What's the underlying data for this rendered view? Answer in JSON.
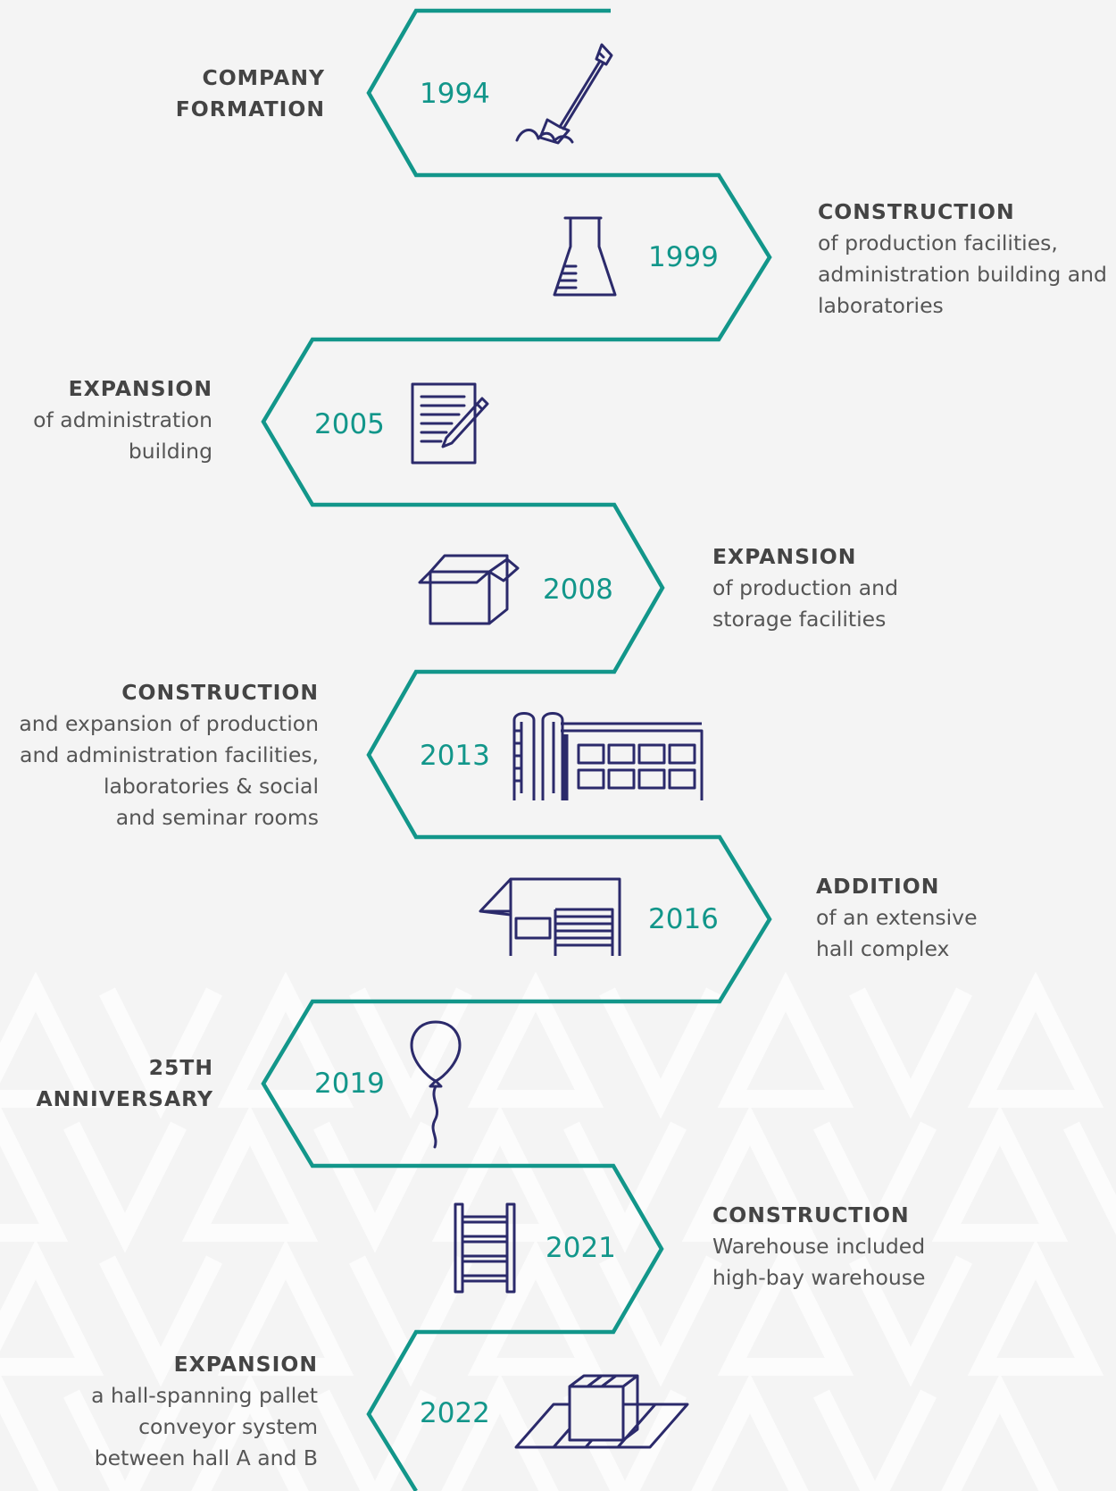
{
  "colors": {
    "background": "#f4f4f4",
    "accent": "#12968a",
    "icon": "#2b2a6b",
    "heading": "#444444",
    "text": "#555555"
  },
  "milestones": [
    {
      "year": "1994",
      "heading": "COMPANY\nFORMATION",
      "text": "",
      "icon": "shovel-icon"
    },
    {
      "year": "1999",
      "heading": "CONSTRUCTION",
      "text": "of production facilities,\nadministration building and\nlaboratories",
      "icon": "flask-icon"
    },
    {
      "year": "2005",
      "heading": "EXPANSION",
      "text": "of administration\nbuilding",
      "icon": "document-pen-icon"
    },
    {
      "year": "2008",
      "heading": "EXPANSION",
      "text": "of production and\nstorage facilities",
      "icon": "open-box-icon"
    },
    {
      "year": "2013",
      "heading": "CONSTRUCTION",
      "text": "and expansion of production\nand administration facilities,\nlaboratories & social\nand seminar rooms",
      "icon": "factory-silo-icon"
    },
    {
      "year": "2016",
      "heading": "ADDITION",
      "text": "of an extensive\nhall complex",
      "icon": "hall-garage-icon"
    },
    {
      "year": "2019",
      "heading": "25TH\nANNIVERSARY",
      "text": "",
      "icon": "balloon-icon"
    },
    {
      "year": "2021",
      "heading": "CONSTRUCTION",
      "text": "Warehouse included\nhigh-bay warehouse",
      "icon": "shelf-rack-icon"
    },
    {
      "year": "2022",
      "heading": "EXPANSION",
      "text": "a hall-spanning pallet\nconveyor system\nbetween hall A and B",
      "icon": "conveyor-box-icon"
    }
  ]
}
